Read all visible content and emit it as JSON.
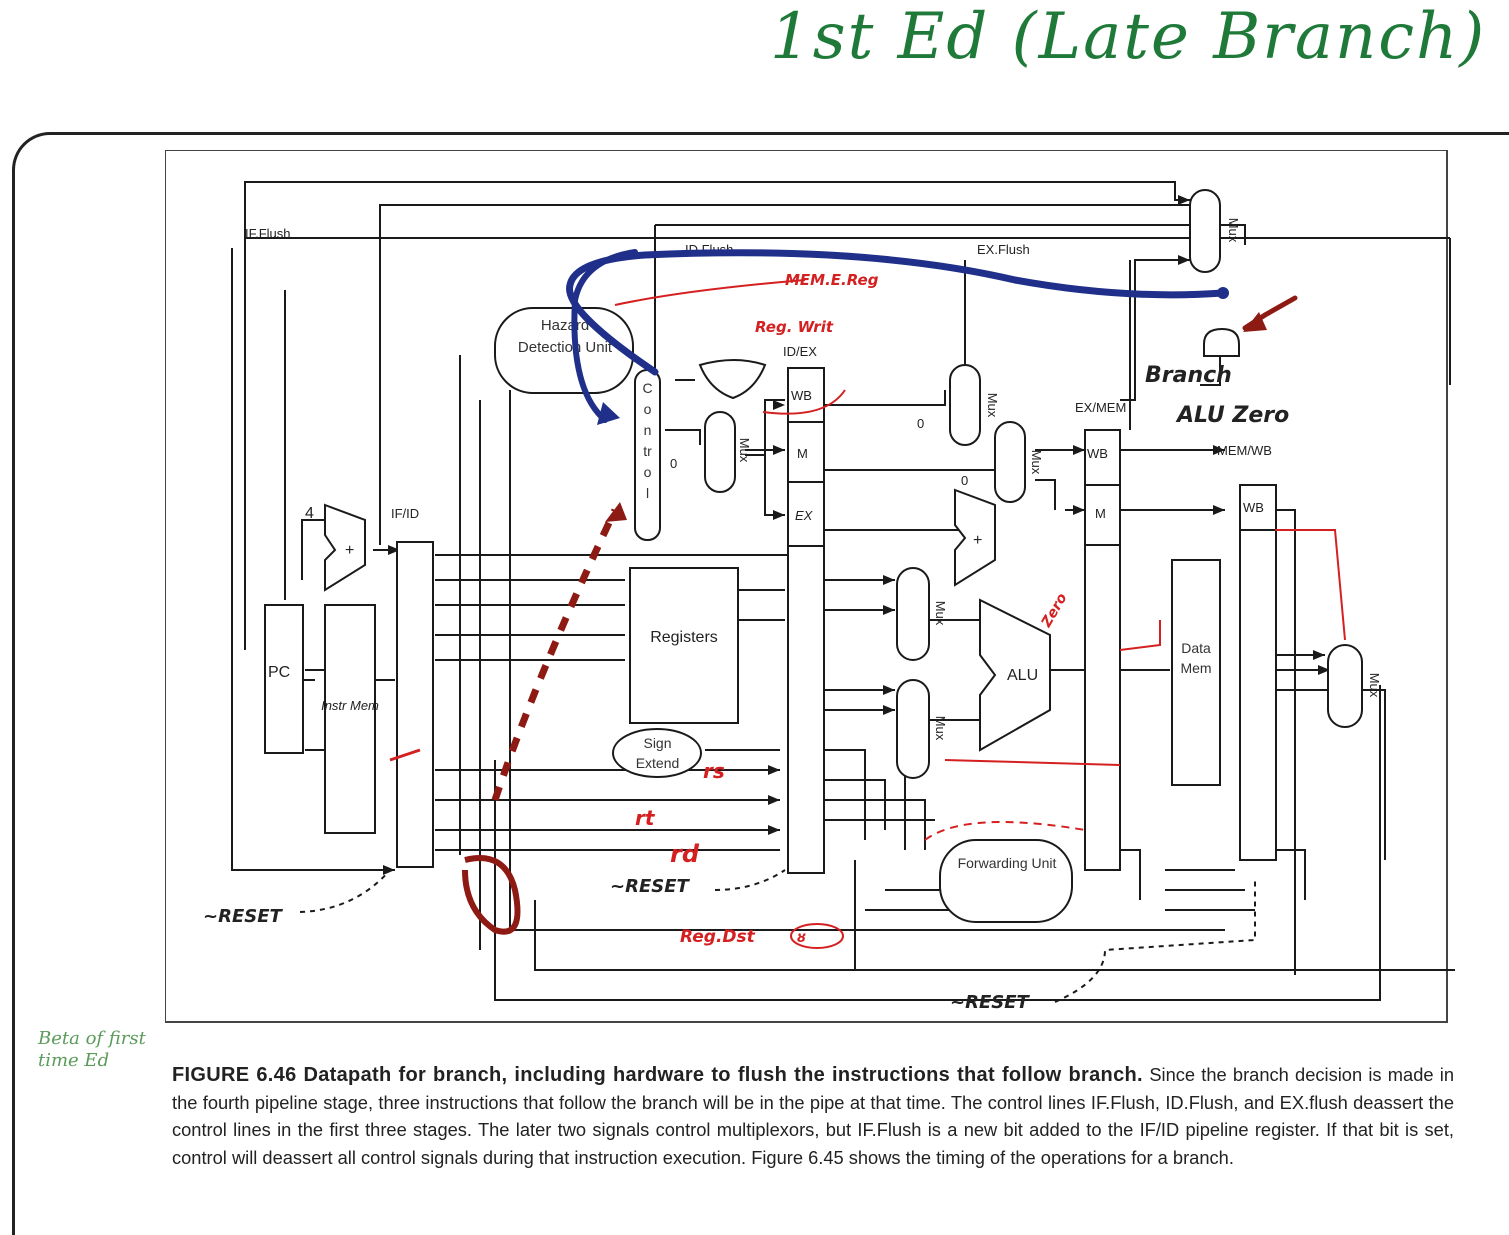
{
  "handwritten_title": "1st Ed (Late Branch)",
  "margin_note": "Beta of first time Ed",
  "labels": {
    "if_flush": "IF.Flush",
    "id_flush": "ID.Flush",
    "ex_flush": "EX.Flush",
    "hazard_detection_unit": "Hazard Detection Unit",
    "control": "Control",
    "registers": "Registers",
    "sign_extend": "Sign Extend",
    "pc": "PC",
    "instr_mem": "Instr Mem",
    "if_id": "IF/ID",
    "id_ex": "ID/EX",
    "ex_mem": "EX/MEM",
    "mem_wb": "MEM/WB",
    "wb": "WB",
    "m": "M",
    "ex": "EX",
    "alu": "ALU",
    "data_mem": "Data Mem",
    "forwarding_unit": "Forwarding Unit",
    "mux": "Mux",
    "four": "4",
    "plus": "+",
    "zero_input": "0"
  },
  "annotations": {
    "mem_to_reg": "MEM.E.Reg",
    "reg_write": "Reg. Writ",
    "branch": "Branch",
    "alu_zero": "ALU Zero",
    "zero": "Zero",
    "rs": "rs",
    "rt": "rt",
    "rd": "rd",
    "reg_dst": "Reg.Dst",
    "reset": "~RESET",
    "num": "ȣ"
  },
  "caption": {
    "title": "FIGURE 6.46 Datapath for branch, including hardware to flush the instructions that follow branch.",
    "body": "Since the branch decision is made in the fourth pipeline stage, three instructions that follow the branch will be in the pipe at that time. The control lines IF.Flush, ID.Flush, and EX.flush deassert the control lines in the first three stages. The later two signals control multiplexors, but IF.Flush is a new bit added to the IF/ID pipeline register. If that bit is set, control will deassert all control signals during that instruction execution. Figure 6.45 shows the timing of the operations for a branch."
  },
  "colors": {
    "ink": "#1a1a1a",
    "red_pen": "#d42020",
    "dark_red_pen": "#8e1a14",
    "blue_pen": "#1f2f8a",
    "green_pen": "#1f7a3a"
  }
}
